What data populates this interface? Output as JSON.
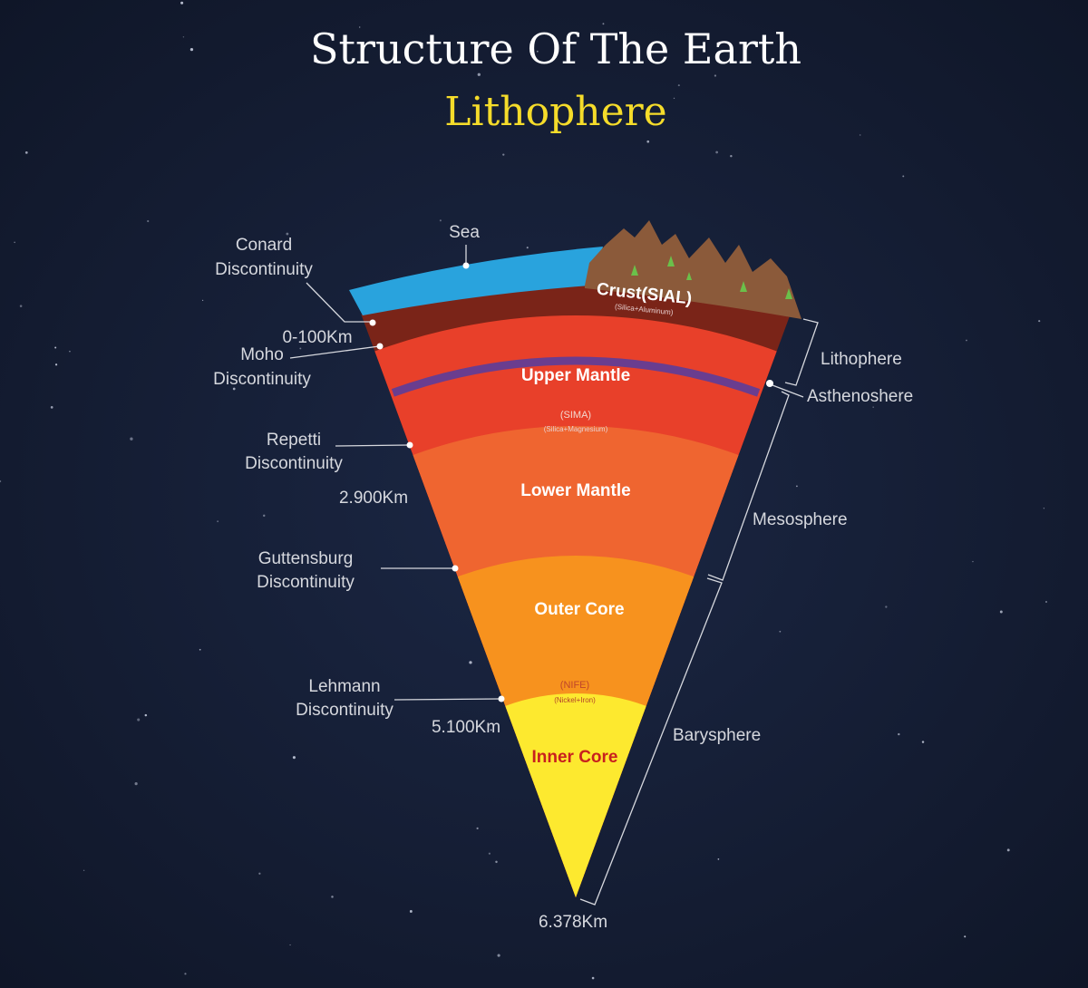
{
  "title": "Structure Of The Earth",
  "subtitle": "Lithophere",
  "layers": {
    "crust": {
      "name": "Crust(SIAL)",
      "note": "(Silica+Aluminum)",
      "color": "#7a2418"
    },
    "upper_mantle": {
      "name": "Upper Mantle",
      "note": "(SIMA)",
      "note2": "(Silica+Magnesium)",
      "color": "#e8402a"
    },
    "asthenosphere_line": {
      "color": "#6a3d8f"
    },
    "lower_mantle": {
      "name": "Lower Mantle",
      "color": "#ef6530"
    },
    "outer_core": {
      "name": "Outer Core",
      "note": "(NIFE)",
      "note2": "(Nickel+Iron)",
      "color": "#f7921e"
    },
    "inner_core": {
      "name": "Inner Core",
      "color": "#fde92f"
    },
    "sea": {
      "name": "Sea",
      "color": "#29a3dd"
    }
  },
  "left_labels": {
    "conard": [
      "Conard",
      "Discontinuity"
    ],
    "depth1": "0-100Km",
    "moho": [
      "Moho",
      "Discontinuity"
    ],
    "repetti": [
      "Repetti",
      "Discontinuity"
    ],
    "depth2": "2.900Km",
    "guttensburg": [
      "Guttensburg",
      "Discontinuity"
    ],
    "lehmann": [
      "Lehmann",
      "Discontinuity"
    ],
    "depth3": "5.100Km",
    "depth4": "6.378Km"
  },
  "right_labels": {
    "lithophere": "Lithophere",
    "asthenoshere": "Asthenoshere",
    "mesosphere": "Mesosphere",
    "barysphere": "Barysphere"
  }
}
